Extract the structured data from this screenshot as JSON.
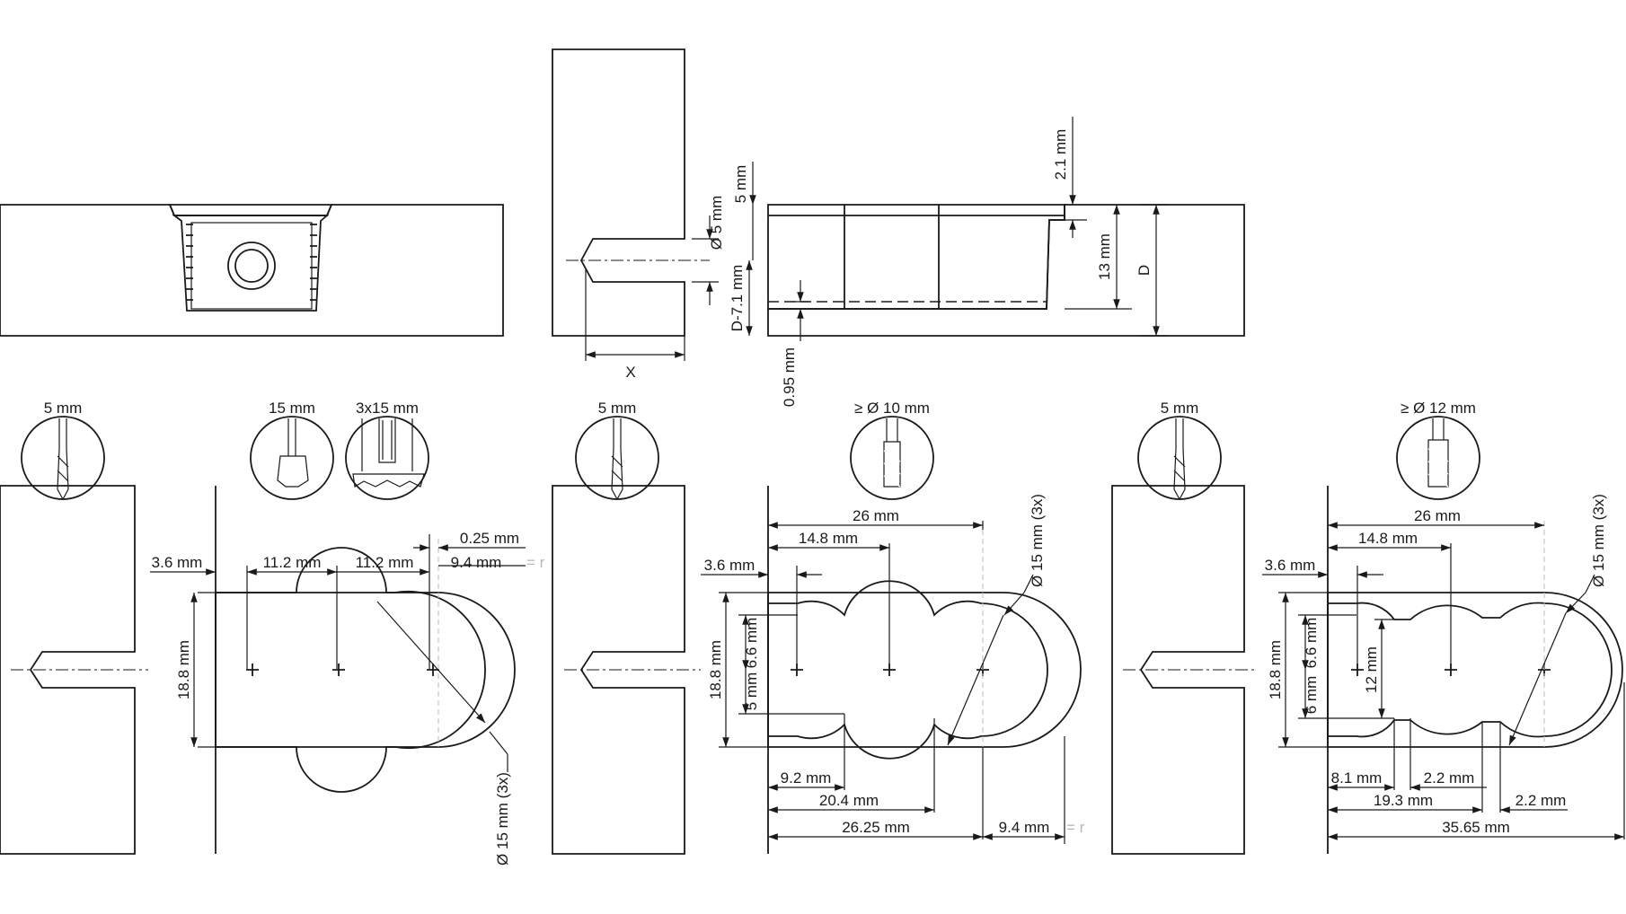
{
  "colors": {
    "line": "#1a1a1a",
    "hatch": "#1a1a1a",
    "insert_fill": "#d9d9d9",
    "ghost": "#bdbdbd"
  },
  "top_middle": {
    "dia_5": "Ø 5 mm",
    "depth_5": "5 mm",
    "depth_d71": "D-7.1 mm",
    "x": "X",
    "dim_095": "0.95 mm",
    "dim_21": "2.1 mm",
    "dim_13": "13 mm",
    "dim_d": "D"
  },
  "tool_labels": {
    "p1_drill": "5 mm",
    "p1_cutter": "15 mm",
    "p1_multi": "3x15 mm",
    "p2_drill": "5 mm",
    "p2_cutter": "≥ Ø 10 mm",
    "p3_drill": "5 mm",
    "p3_cutter": "≥ Ø 12 mm"
  },
  "panel1": {
    "d36": "3.6 mm",
    "d112a": "11.2 mm",
    "d112b": "11.2 mm",
    "d025": "0.25 mm",
    "d94": "9.4 mm",
    "r": "= r",
    "d188": "18.8 mm",
    "dia15": "Ø 15 mm (3x)"
  },
  "panel2": {
    "d26": "26 mm",
    "d148": "14.8 mm",
    "d36": "3.6 mm",
    "dia15": "Ø 15 mm (3x)",
    "d188": "18.8 mm",
    "d66": "6.6 mm",
    "d5": "5 mm",
    "d92": "9.2 mm",
    "d204": "20.4 mm",
    "d2625": "26.25 mm",
    "d94": "9.4 mm",
    "r": "= r"
  },
  "panel3": {
    "d26": "26 mm",
    "d148": "14.8 mm",
    "d36": "3.6 mm",
    "dia15": "Ø 15 mm (3x)",
    "d188": "18.8 mm",
    "d66": "6.6 mm",
    "d12": "12 mm",
    "d6": "6 mm",
    "d81": "8.1 mm",
    "d22a": "2.2 mm",
    "d193": "19.3 mm",
    "d22b": "2.2 mm",
    "d3565": "35.65 mm"
  }
}
